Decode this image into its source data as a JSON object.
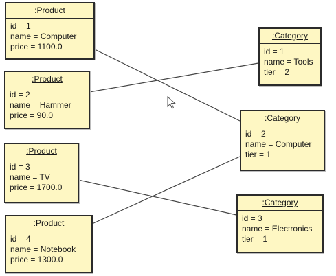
{
  "products": [
    {
      "title": ":Product",
      "attrs": [
        "id = 1",
        "name = Computer",
        "price = 1100.0"
      ]
    },
    {
      "title": ":Product",
      "attrs": [
        "id = 2",
        "name = Hammer",
        "price = 90.0"
      ]
    },
    {
      "title": ":Product",
      "attrs": [
        "id = 3",
        "name = TV",
        "price = 1700.0"
      ]
    },
    {
      "title": ":Product",
      "attrs": [
        "id = 4",
        "name = Notebook",
        "price = 1300.0"
      ]
    }
  ],
  "categories": [
    {
      "title": ":Category",
      "attrs": [
        "id = 1",
        "name = Tools",
        "tier = 2"
      ]
    },
    {
      "title": ":Category",
      "attrs": [
        "id = 2",
        "name = Computer",
        "tier = 1"
      ]
    },
    {
      "title": ":Category",
      "attrs": [
        "id = 3",
        "name = Electronics",
        "tier = 1"
      ]
    }
  ],
  "colors": {
    "object_fill": "#fef7c3",
    "object_border": "#2b2b2b",
    "link_line": "#444444"
  },
  "icons": {
    "pointer": "mouse-pointer-icon"
  }
}
